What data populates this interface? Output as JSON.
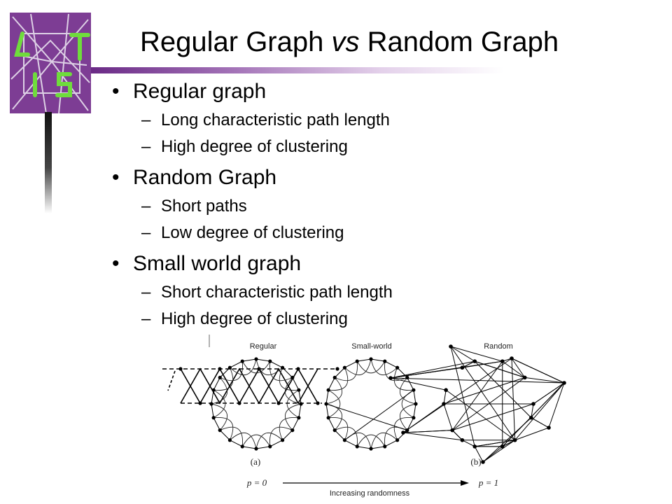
{
  "slide": {
    "title_pre": "Regular Graph ",
    "title_vs": "vs",
    "title_post": " Random Graph",
    "bullets": [
      {
        "label": "Regular graph",
        "subs": [
          "Long characteristic path length",
          "High degree of clustering"
        ]
      },
      {
        "label": "Random Graph",
        "subs": [
          "Short paths",
          "Low degree of clustering"
        ]
      },
      {
        "label": "Small world graph",
        "subs": [
          "Short characteristic path length",
          "High degree of clustering"
        ]
      }
    ],
    "bullet_glyph": "•",
    "sub_glyph": "–"
  },
  "figure": {
    "labels": {
      "regular": "Regular",
      "small_world": "Small-world",
      "random": "Random"
    },
    "panel_a": "(a)",
    "panel_b": "(b)",
    "p_left": "p = 0",
    "p_right": "p = 1",
    "axis_label": "Increasing randomness"
  },
  "logo": {
    "letters": "LIST",
    "colors": {
      "background": "#7e3f95",
      "letters": "#6fdc3c",
      "stem": "#111111"
    }
  }
}
